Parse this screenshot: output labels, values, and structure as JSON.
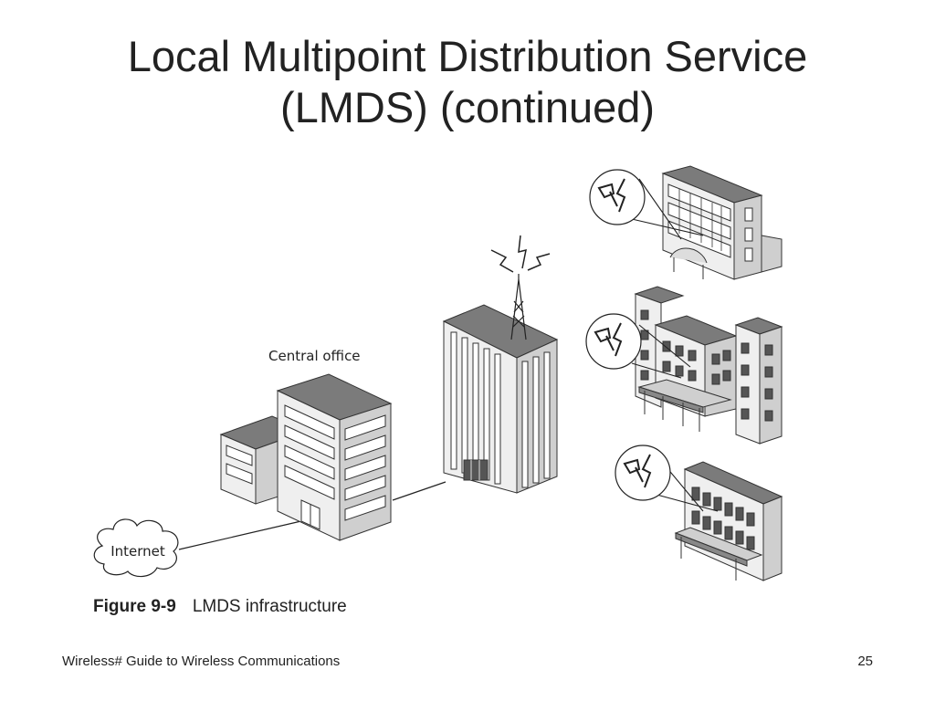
{
  "slide": {
    "title_line1": "Local Multipoint Distribution Service",
    "title_line2": "(LMDS) (continued)"
  },
  "diagram": {
    "central_office_label": "Central office",
    "internet_label": "Internet",
    "caption_number": "Figure 9-9",
    "caption_text": "LMDS infrastructure"
  },
  "footer": {
    "left_text": "Wireless# Guide to Wireless Communications",
    "page_number": "25"
  },
  "colors": {
    "roof_gray": "#7b7b7b",
    "wall_light": "#efefef",
    "wall_mid": "#cfcfcf",
    "stroke": "#333333"
  }
}
